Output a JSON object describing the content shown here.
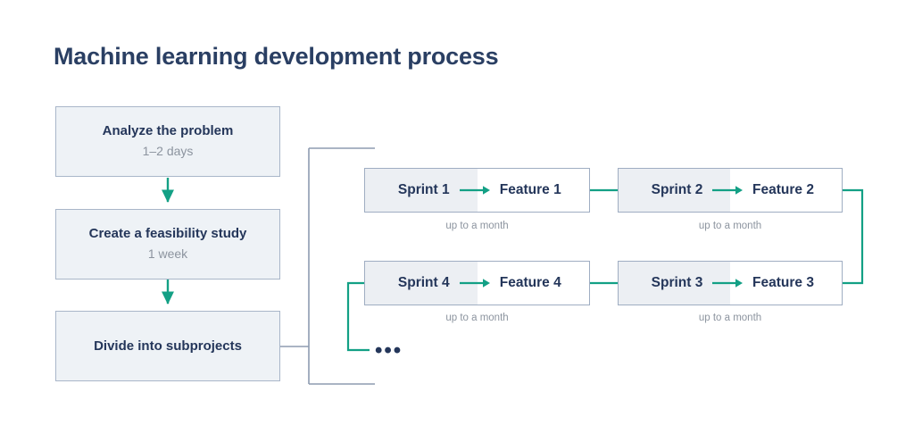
{
  "title": "Machine learning development process",
  "colors": {
    "title_navy": "#2a3f63",
    "box_fill": "#eef2f6",
    "box_border": "#a9b6c9",
    "accent_teal": "#13a085",
    "muted_gray": "#8c949f",
    "connector_gray": "#8d9bb0"
  },
  "stages": [
    {
      "title": "Analyze the problem",
      "duration": "1–2 days"
    },
    {
      "title": "Create a feasibility study",
      "duration": "1 week"
    },
    {
      "title": "Divide into subprojects",
      "duration": ""
    }
  ],
  "sprints": [
    {
      "sprint": "Sprint 1",
      "feature": "Feature 1",
      "caption": "up to a month"
    },
    {
      "sprint": "Sprint 2",
      "feature": "Feature 2",
      "caption": "up to a month"
    },
    {
      "sprint": "Sprint 4",
      "feature": "Feature 4",
      "caption": "up to a month"
    },
    {
      "sprint": "Sprint 3",
      "feature": "Feature 3",
      "caption": "up to a month"
    }
  ],
  "ellipsis": "•••"
}
